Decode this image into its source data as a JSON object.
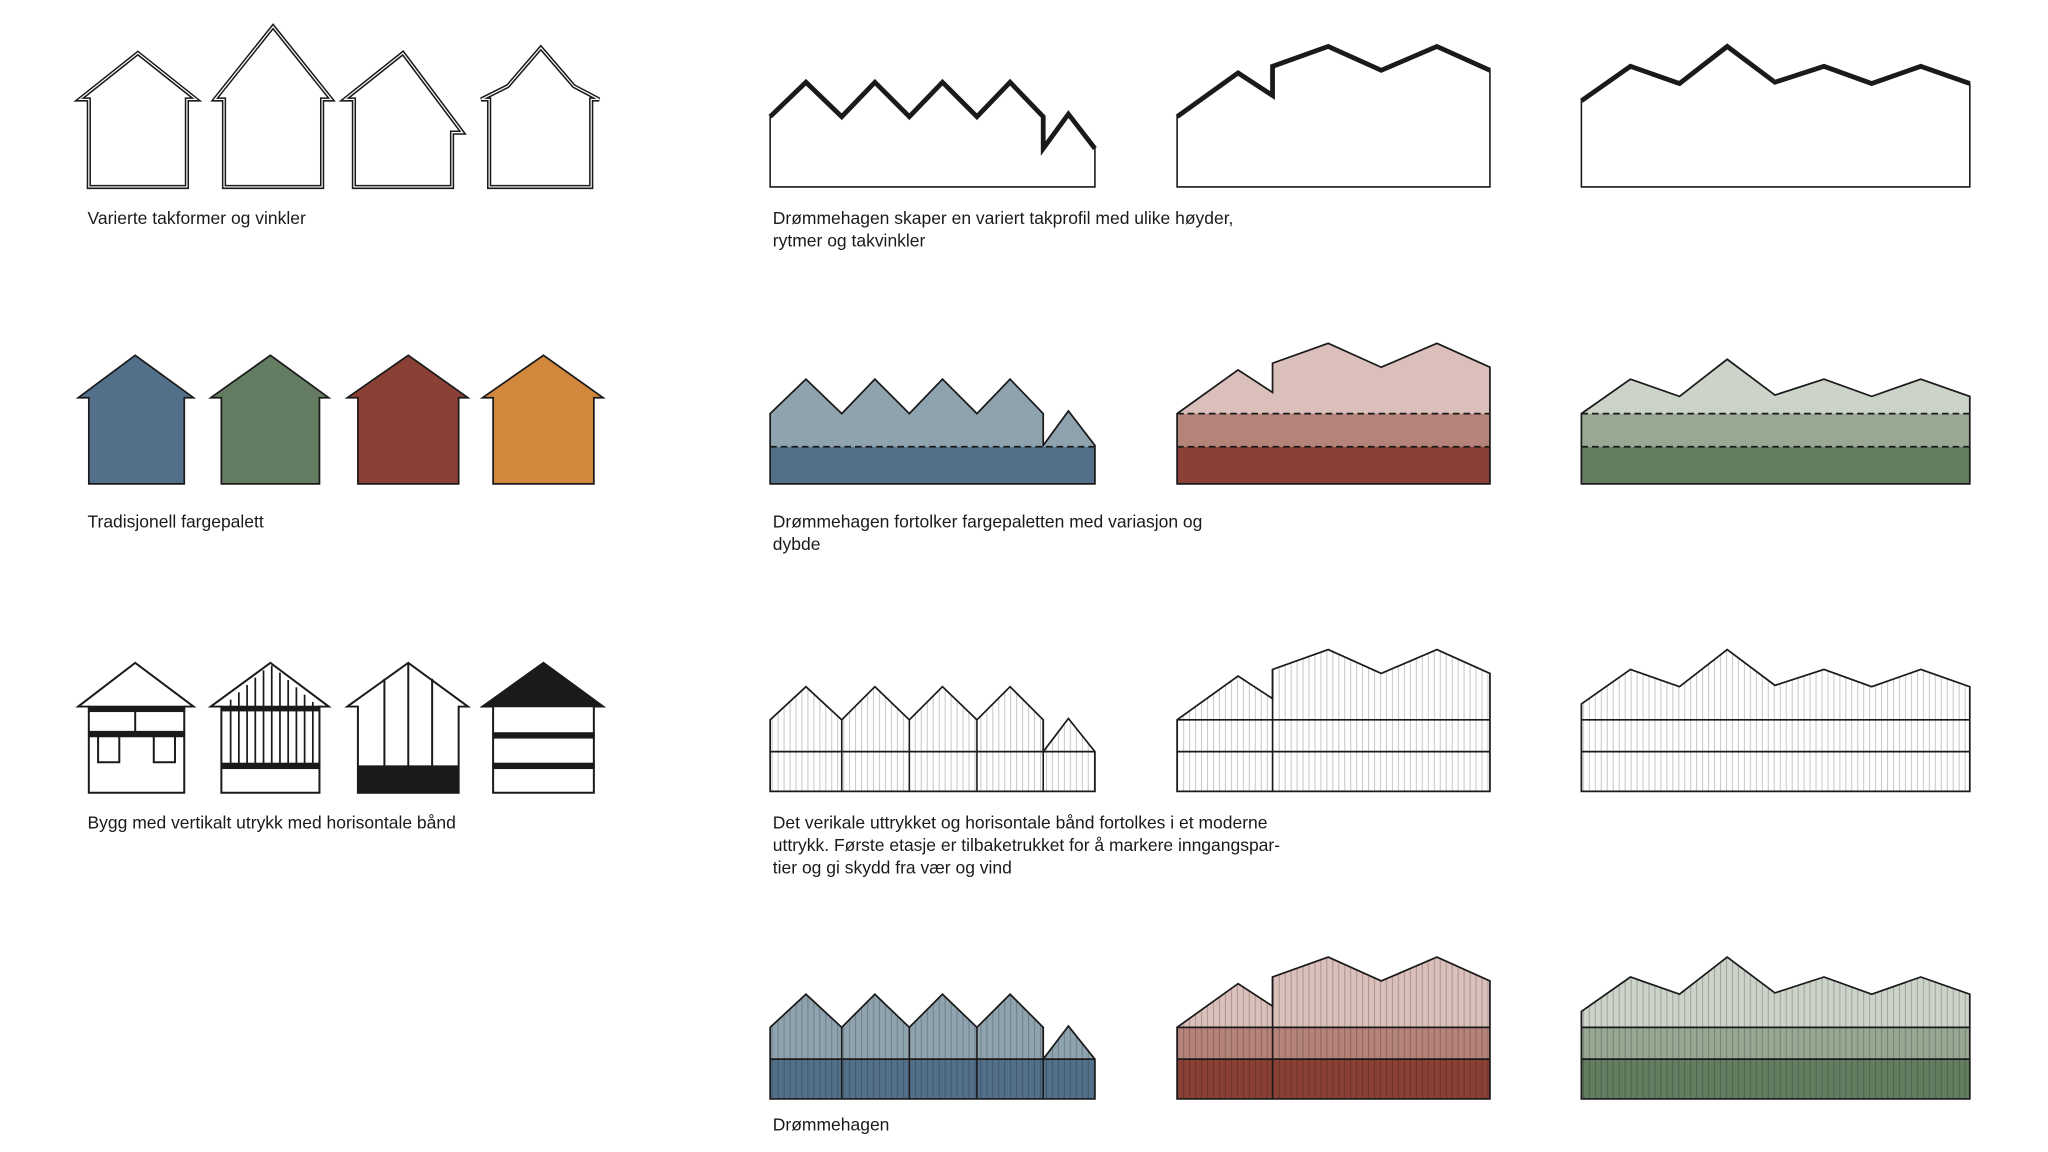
{
  "captions": {
    "roof_shapes": "Varierte takformer og vinkler",
    "roof_profile": [
      "Drømmehagen skaper en variert takprofil med ulike høyder,",
      "rytmer og takvinkler"
    ],
    "palette": "Tradisjonell fargepalett",
    "palette_interpretation": [
      "Drømmehagen fortolker fargepaletten med variasjon og",
      "dybde"
    ],
    "vertical": "Bygg med vertikalt utrykk med horisontale bånd",
    "vertical_interpretation": [
      "Det verikale uttrykket og horisontale bånd fortolkes i et moderne",
      "uttrykk. Første etasje er tilbaketrukket for å markere inngangspar-",
      "tier og gi skydd fra vær og vind"
    ],
    "result": "Drømmehagen"
  },
  "colors": {
    "house_blue": "#53708a",
    "house_green": "#647d62",
    "house_red": "#8a4035",
    "house_orange": "#d2883c",
    "blue_light": "#8fa3ae",
    "blue_dark": "#53708a",
    "red_light": "#dbbfba",
    "red_mid": "#b58379",
    "red_dark": "#8a4035",
    "green_light": "#ccd3c9",
    "green_mid": "#98a893",
    "green_dark": "#637d60",
    "line": "#1a1a1a"
  }
}
